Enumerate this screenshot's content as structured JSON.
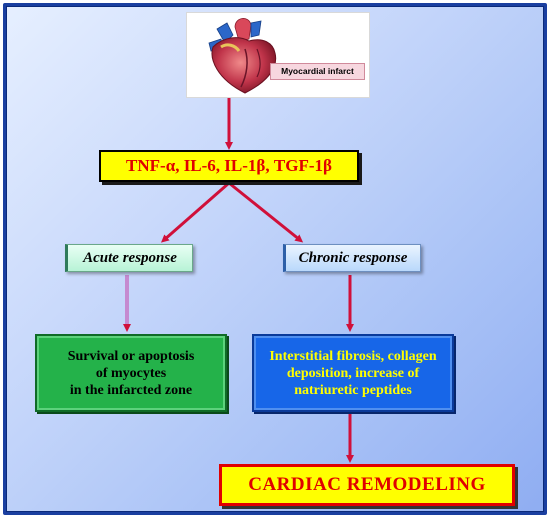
{
  "heart": {
    "label": "Myocardial infarct"
  },
  "cytokines": {
    "text": "TNF-α, IL-6, IL-1β, TGF-1β"
  },
  "acute": {
    "label": "Acute response"
  },
  "chronic": {
    "label": "Chronic response"
  },
  "acute_outcome": {
    "lines": [
      "Survival or apoptosis",
      "of myocytes",
      "in the infarcted zone"
    ]
  },
  "chronic_outcome": {
    "lines": [
      "Interstitial fibrosis, collagen",
      "deposition,  increase of",
      "natriuretic peptides"
    ]
  },
  "result": {
    "text": "CARDIAC REMODELING"
  },
  "colors": {
    "arrow": "#d0103a",
    "cytokine_box": "#ffff00",
    "acute_outcome": "#24b24a",
    "chronic_outcome": "#1766e8",
    "result_border": "#e00000"
  }
}
